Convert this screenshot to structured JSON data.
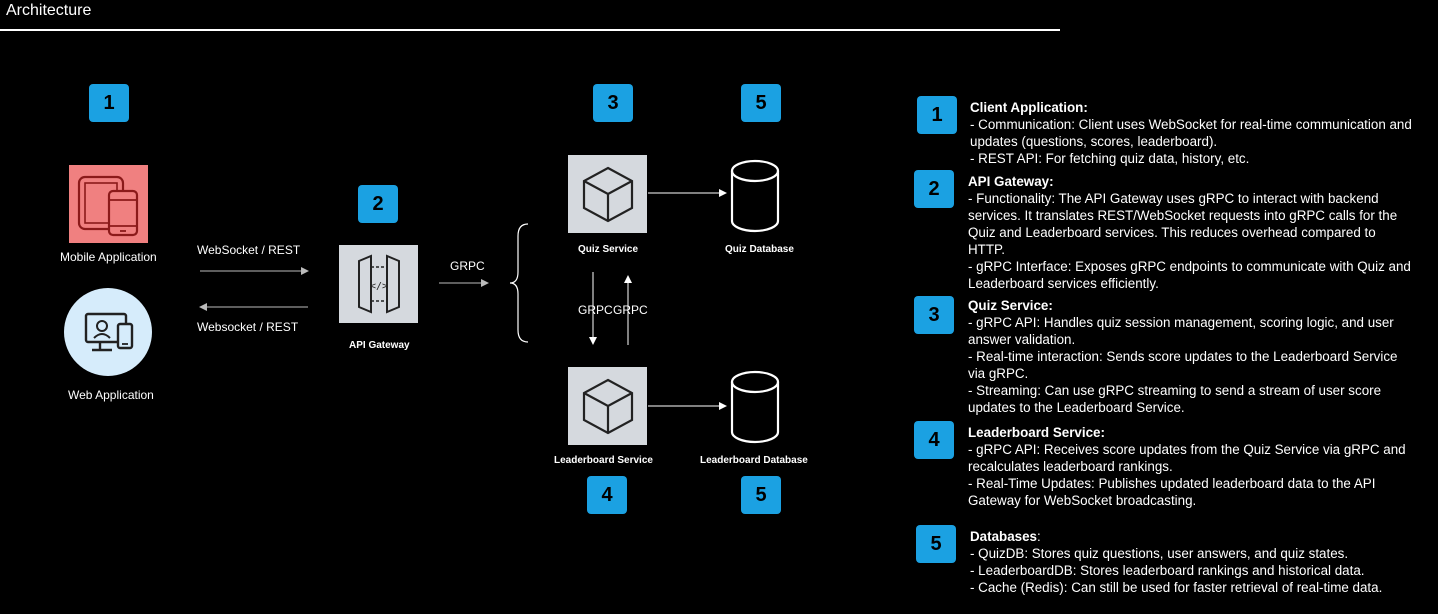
{
  "page_title": "Architecture",
  "badges": {
    "b1": "1",
    "b2": "2",
    "b3": "3",
    "b4": "4",
    "b5a": "5",
    "b5b": "5"
  },
  "nodes": {
    "mobile": "Mobile Application",
    "web": "Web Application",
    "gateway": "API Gateway",
    "quiz_service": "Quiz Service",
    "quiz_db": "Quiz Database",
    "leaderboard_service": "Leaderboard Service",
    "leaderboard_db": "Leaderboard Database"
  },
  "edges": {
    "ws_rest_top": "WebSocket / REST",
    "ws_rest_bottom": "Websocket / REST",
    "grpc_gateway": "GRPC",
    "grpc_down": "GRPC",
    "grpc_up": "GRPC"
  },
  "legend": [
    {
      "num": "1",
      "heading": "Client Application:",
      "heading_suffix": "",
      "lines": [
        "- Communication: Client uses WebSocket for real-time communication and updates (questions, scores, leaderboard).",
        "- REST API: For fetching quiz data, history, etc."
      ]
    },
    {
      "num": "2",
      "heading": "API Gateway:",
      "heading_suffix": "",
      "lines": [
        "- Functionality: The API Gateway uses gRPC to interact with backend services. It translates REST/WebSocket requests into gRPC calls for the Quiz and Leaderboard services. This reduces overhead compared to HTTP.",
        "- gRPC Interface: Exposes gRPC endpoints to communicate with Quiz and Leaderboard services efficiently."
      ]
    },
    {
      "num": "3",
      "heading": "Quiz Service:",
      "heading_suffix": "",
      "lines": [
        "- gRPC API: Handles quiz session management, scoring logic, and user answer validation.",
        "- Real-time interaction: Sends score updates to the Leaderboard Service via gRPC.",
        "- Streaming: Can use gRPC streaming to send a stream of user score updates to the Leaderboard Service."
      ]
    },
    {
      "num": "4",
      "heading": "Leaderboard Service:",
      "heading_suffix": "",
      "lines": [
        "- gRPC API: Receives score updates from the Quiz Service via gRPC and recalculates leaderboard rankings.",
        "- Real-Time Updates: Publishes updated leaderboard data to the API Gateway for WebSocket broadcasting."
      ]
    },
    {
      "num": "5",
      "heading": "Databases",
      "heading_suffix": ":",
      "lines": [
        "- QuizDB: Stores quiz questions, user answers, and quiz states.",
        "- LeaderboardDB: Stores leaderboard rankings and historical data.",
        "- Cache (Redis): Can still be used for faster retrieval of real-time data."
      ]
    }
  ],
  "colors": {
    "badge": "#1ba1e2",
    "mobile_icon_bg": "#f08080",
    "web_icon_bg": "#d6ecfb",
    "service_box": "#d5d9de"
  }
}
